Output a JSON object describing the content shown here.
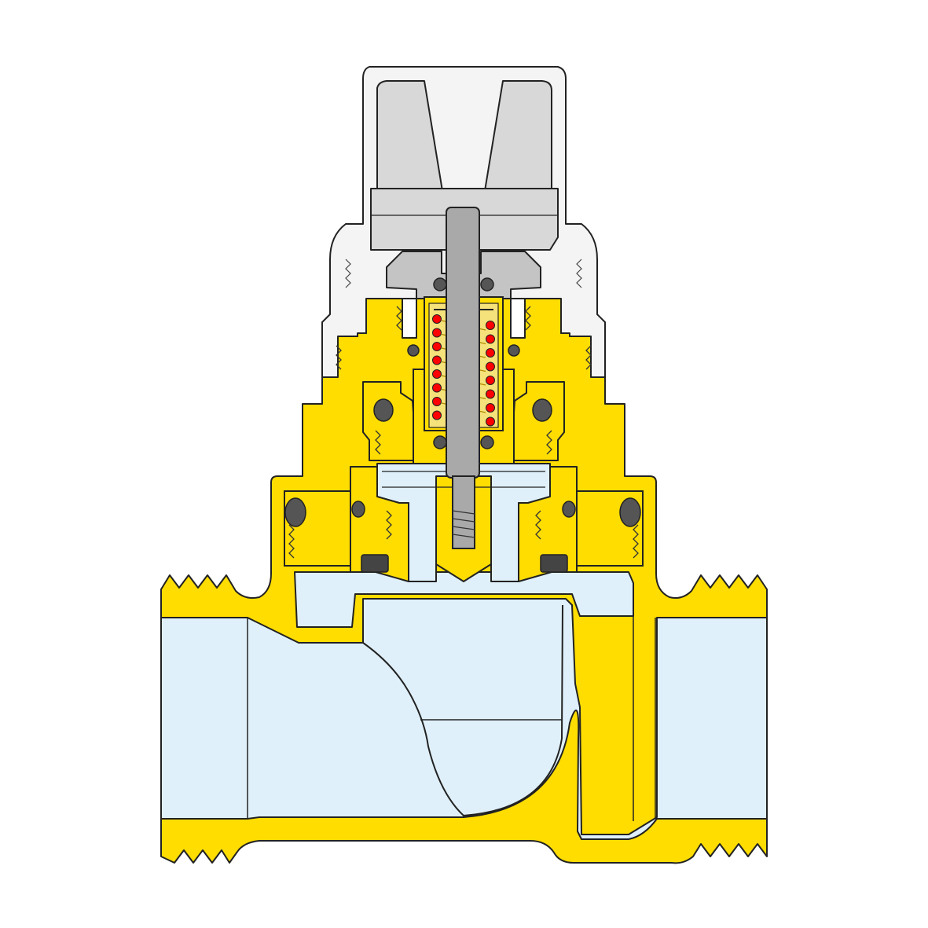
{
  "diagram": {
    "type": "valve-cross-section",
    "text_labels": [],
    "colors": {
      "background": "#ffffff",
      "brass": "#ffdd00",
      "fluid": "#dff0fa",
      "cap": "#f4f4f4",
      "knob": "#d8d8d8",
      "gray_part": "#c4c4c4",
      "stem": "#a9a9a9",
      "o_ring": "#555555",
      "spring_turns": "#ff0000",
      "outline": "#222222"
    },
    "parts": [
      "valve-body",
      "flow-channel",
      "protective-cap",
      "knob",
      "bonnet",
      "stem",
      "spring",
      "o-rings",
      "seal-washers",
      "male-threads",
      "female-threads"
    ]
  }
}
